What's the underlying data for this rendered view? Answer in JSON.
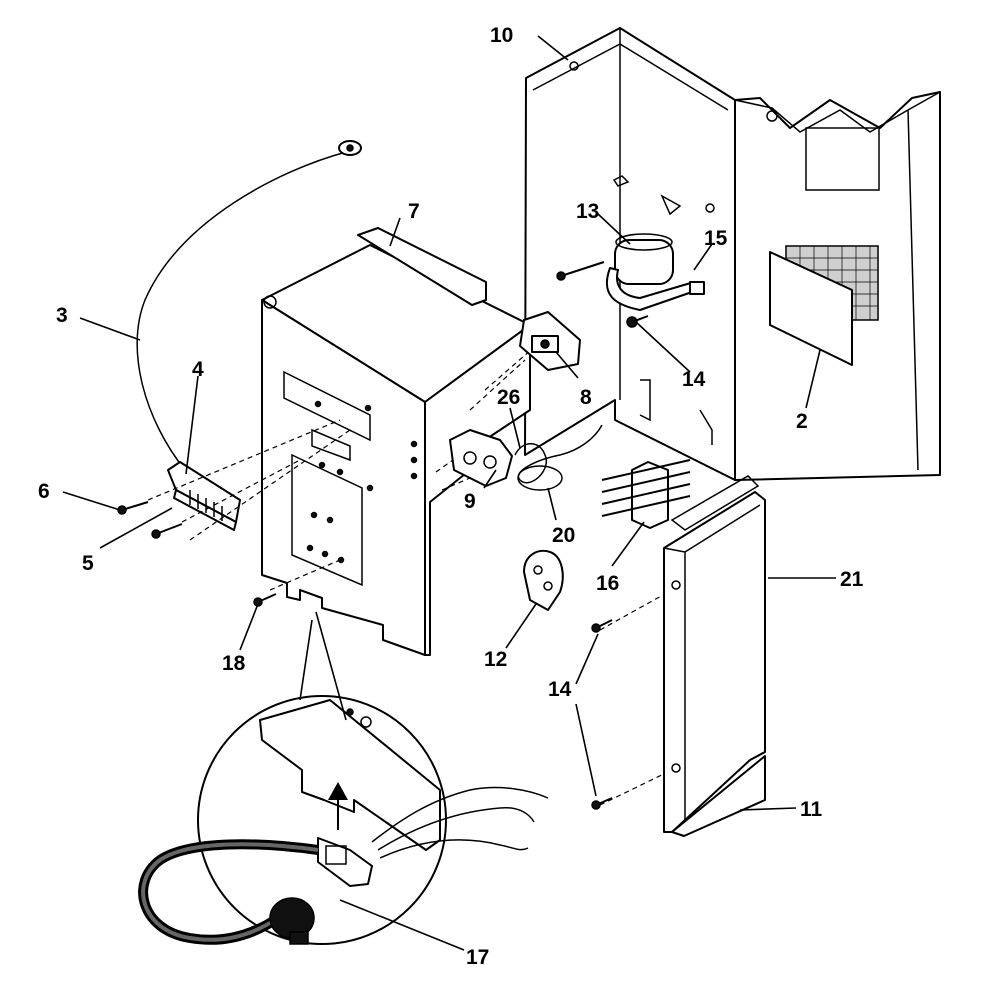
{
  "callouts": {
    "c10": "10",
    "c13": "13",
    "c15": "15",
    "c7": "7",
    "c3": "3",
    "c4": "4",
    "c6": "6",
    "c5": "5",
    "c8": "8",
    "c26": "26",
    "c14a": "14",
    "c2": "2",
    "c9": "9",
    "c20": "20",
    "c16": "16",
    "c21": "21",
    "c18": "18",
    "c12": "12",
    "c14b": "14",
    "c11": "11",
    "c17": "17"
  }
}
